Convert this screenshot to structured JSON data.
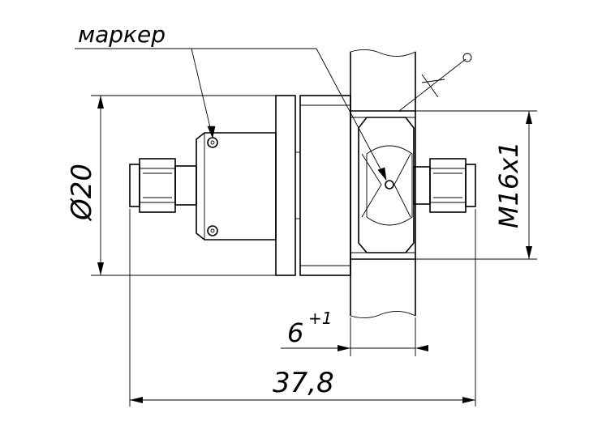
{
  "labels": {
    "marker": "маркер",
    "diameter": "Ø20",
    "thread": "M16x1",
    "depth_value": "6",
    "depth_tolerance": "+1",
    "total_length": "37,8"
  }
}
